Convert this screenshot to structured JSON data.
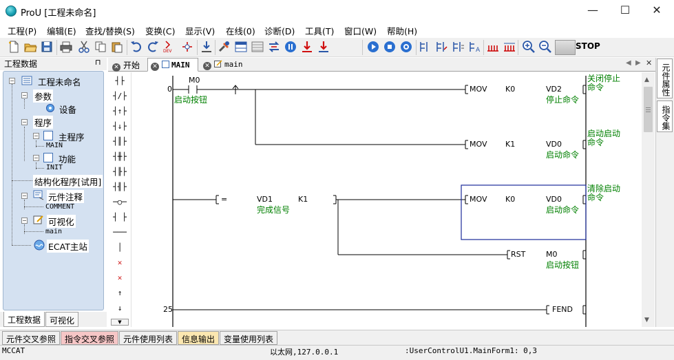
{
  "window": {
    "title": "ProU [工程未命名]",
    "minimize": "—",
    "maximize": "☐",
    "close": "✕"
  },
  "menu": [
    "工程(P)",
    "编辑(E)",
    "查找/替换(S)",
    "变换(C)",
    "显示(V)",
    "在线(0)",
    "诊断(D)",
    "工具(T)",
    "窗口(W)",
    "帮助(H)"
  ],
  "toolbar": {
    "stop_label": "STOP",
    "dev_label": "DEV"
  },
  "project_panel": {
    "title": "工程数据",
    "pin": "⊓",
    "tree": {
      "root": "工程未命名",
      "params": "参数",
      "device": "设备",
      "program": "程序",
      "main_program": "主程序",
      "main_sub": "MAIN",
      "function": "功能",
      "init_sub": "INIT",
      "structured": "结构化程序[试用]",
      "comments": "元件注释",
      "comment_sub": "COMMENT",
      "visual": "可视化",
      "visual_sub": "main",
      "ecat": "ECAT主站"
    },
    "tabs": [
      "工程数据",
      "可视化"
    ]
  },
  "doc_tabs": [
    "开始",
    "MAIN",
    "main"
  ],
  "palette": [
    "┤├",
    "┤/├",
    "┤↑├",
    "┤↓├",
    "┤║├",
    "┤╫├",
    "┤╟├",
    "┤╢├",
    "─○─",
    "┤ ├",
    "───",
    "│",
    "✕",
    "✕",
    "↑",
    "↓"
  ],
  "ladder": {
    "rung0_step": "0",
    "rung0_contact": "M0",
    "rung0_contact_comment": "启动按钮",
    "rows": [
      {
        "op": "MOV",
        "a": "K0",
        "b": "VD2",
        "comment": "停止命令",
        "right": "关闭停止\n命令"
      },
      {
        "op": "MOV",
        "a": "K1",
        "b": "VD0",
        "comment": "启动命令",
        "right": "启动启动\n命令"
      },
      {
        "op": "MOV",
        "a": "K0",
        "b": "VD0",
        "comment": "启动命令",
        "right": "清除启动\n命令"
      }
    ],
    "compare": {
      "op": "=",
      "a": "VD1",
      "a_comment": "完成信号",
      "b": "K1"
    },
    "rst": {
      "op": "RST",
      "a": "M0",
      "comment": "启动按钮"
    },
    "rung2_step": "25",
    "fend": "FEND"
  },
  "right_tabs": [
    "元件属性",
    "指令集"
  ],
  "bottom_tabs": [
    {
      "label": "元件交叉参照",
      "color": "#f8f8f8"
    },
    {
      "label": "指令交叉参照",
      "color": "#f6c6c6"
    },
    {
      "label": "元件使用列表",
      "color": "#f8f8f8"
    },
    {
      "label": "信息输出",
      "color": "#fbe7b0"
    },
    {
      "label": "变量使用列表",
      "color": "#f8f8f8"
    }
  ],
  "status": {
    "left": "MCCAT",
    "network": "以太网,127.0.0.1",
    "form": ":UserControlU1.MainForm1: 0,3"
  }
}
